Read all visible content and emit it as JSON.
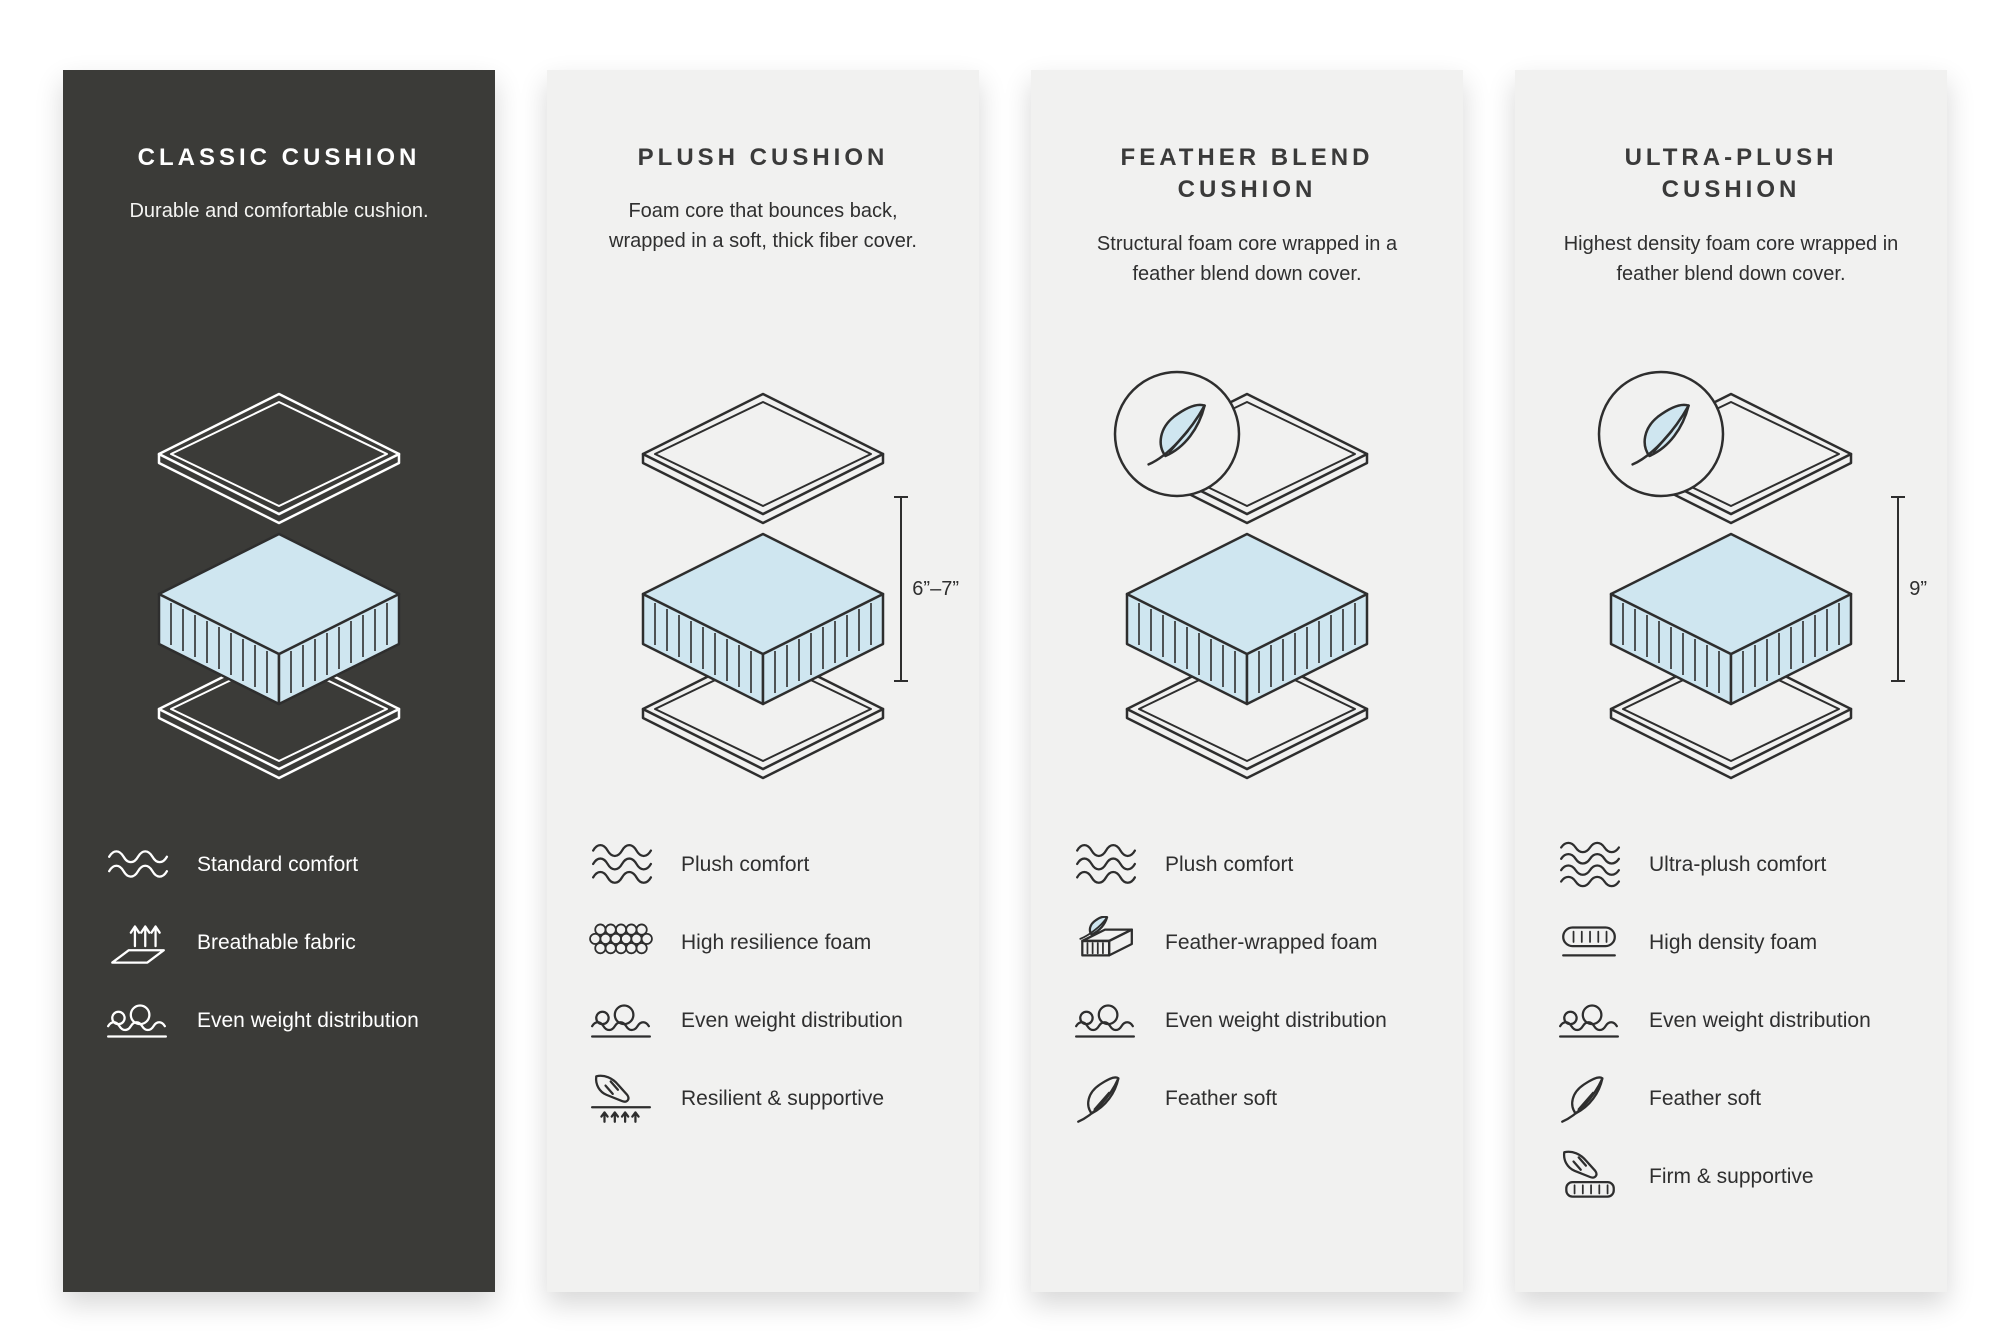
{
  "colors": {
    "foam_blue": "#cfe6f0",
    "dark_panel": "#3b3b38",
    "light_panel": "#f1f1f0",
    "line_dark": "#2e2e2e"
  },
  "panels": [
    {
      "title": "CLASSIC CUSHION",
      "description": "Durable and comfortable cushion.",
      "features": [
        {
          "icon": "waves-icon",
          "label": "Standard comfort"
        },
        {
          "icon": "breathable-fabric-icon",
          "label": "Breathable fabric"
        },
        {
          "icon": "weight-distribution-icon",
          "label": "Even weight distribution"
        }
      ]
    },
    {
      "title": "PLUSH CUSHION",
      "description": "Foam core that bounces back, wrapped in a soft, thick fiber cover.",
      "height_label": "6”–7”",
      "features": [
        {
          "icon": "waves-icon",
          "label": "Plush comfort"
        },
        {
          "icon": "resilience-foam-icon",
          "label": "High resilience foam"
        },
        {
          "icon": "weight-distribution-icon",
          "label": "Even weight distribution"
        },
        {
          "icon": "press-hand-icon",
          "label": "Resilient & supportive"
        }
      ]
    },
    {
      "title": "FEATHER BLEND CUSHION",
      "description": "Structural foam core wrapped in a feather blend down cover.",
      "features": [
        {
          "icon": "waves-icon",
          "label": "Plush comfort"
        },
        {
          "icon": "feather-foam-icon",
          "label": "Feather-wrapped foam"
        },
        {
          "icon": "weight-distribution-icon",
          "label": "Even weight distribution"
        },
        {
          "icon": "feather-icon",
          "label": "Feather soft"
        }
      ]
    },
    {
      "title": "ULTRA-PLUSH CUSHION",
      "description": "Highest density foam core wrapped in feather blend down cover.",
      "height_label": "9”",
      "features": [
        {
          "icon": "waves-icon",
          "label": "Ultra-plush comfort"
        },
        {
          "icon": "density-foam-icon",
          "label": "High density foam"
        },
        {
          "icon": "weight-distribution-icon",
          "label": "Even weight distribution"
        },
        {
          "icon": "feather-icon",
          "label": "Feather soft"
        },
        {
          "icon": "press-block-icon",
          "label": "Firm & supportive"
        }
      ]
    }
  ]
}
